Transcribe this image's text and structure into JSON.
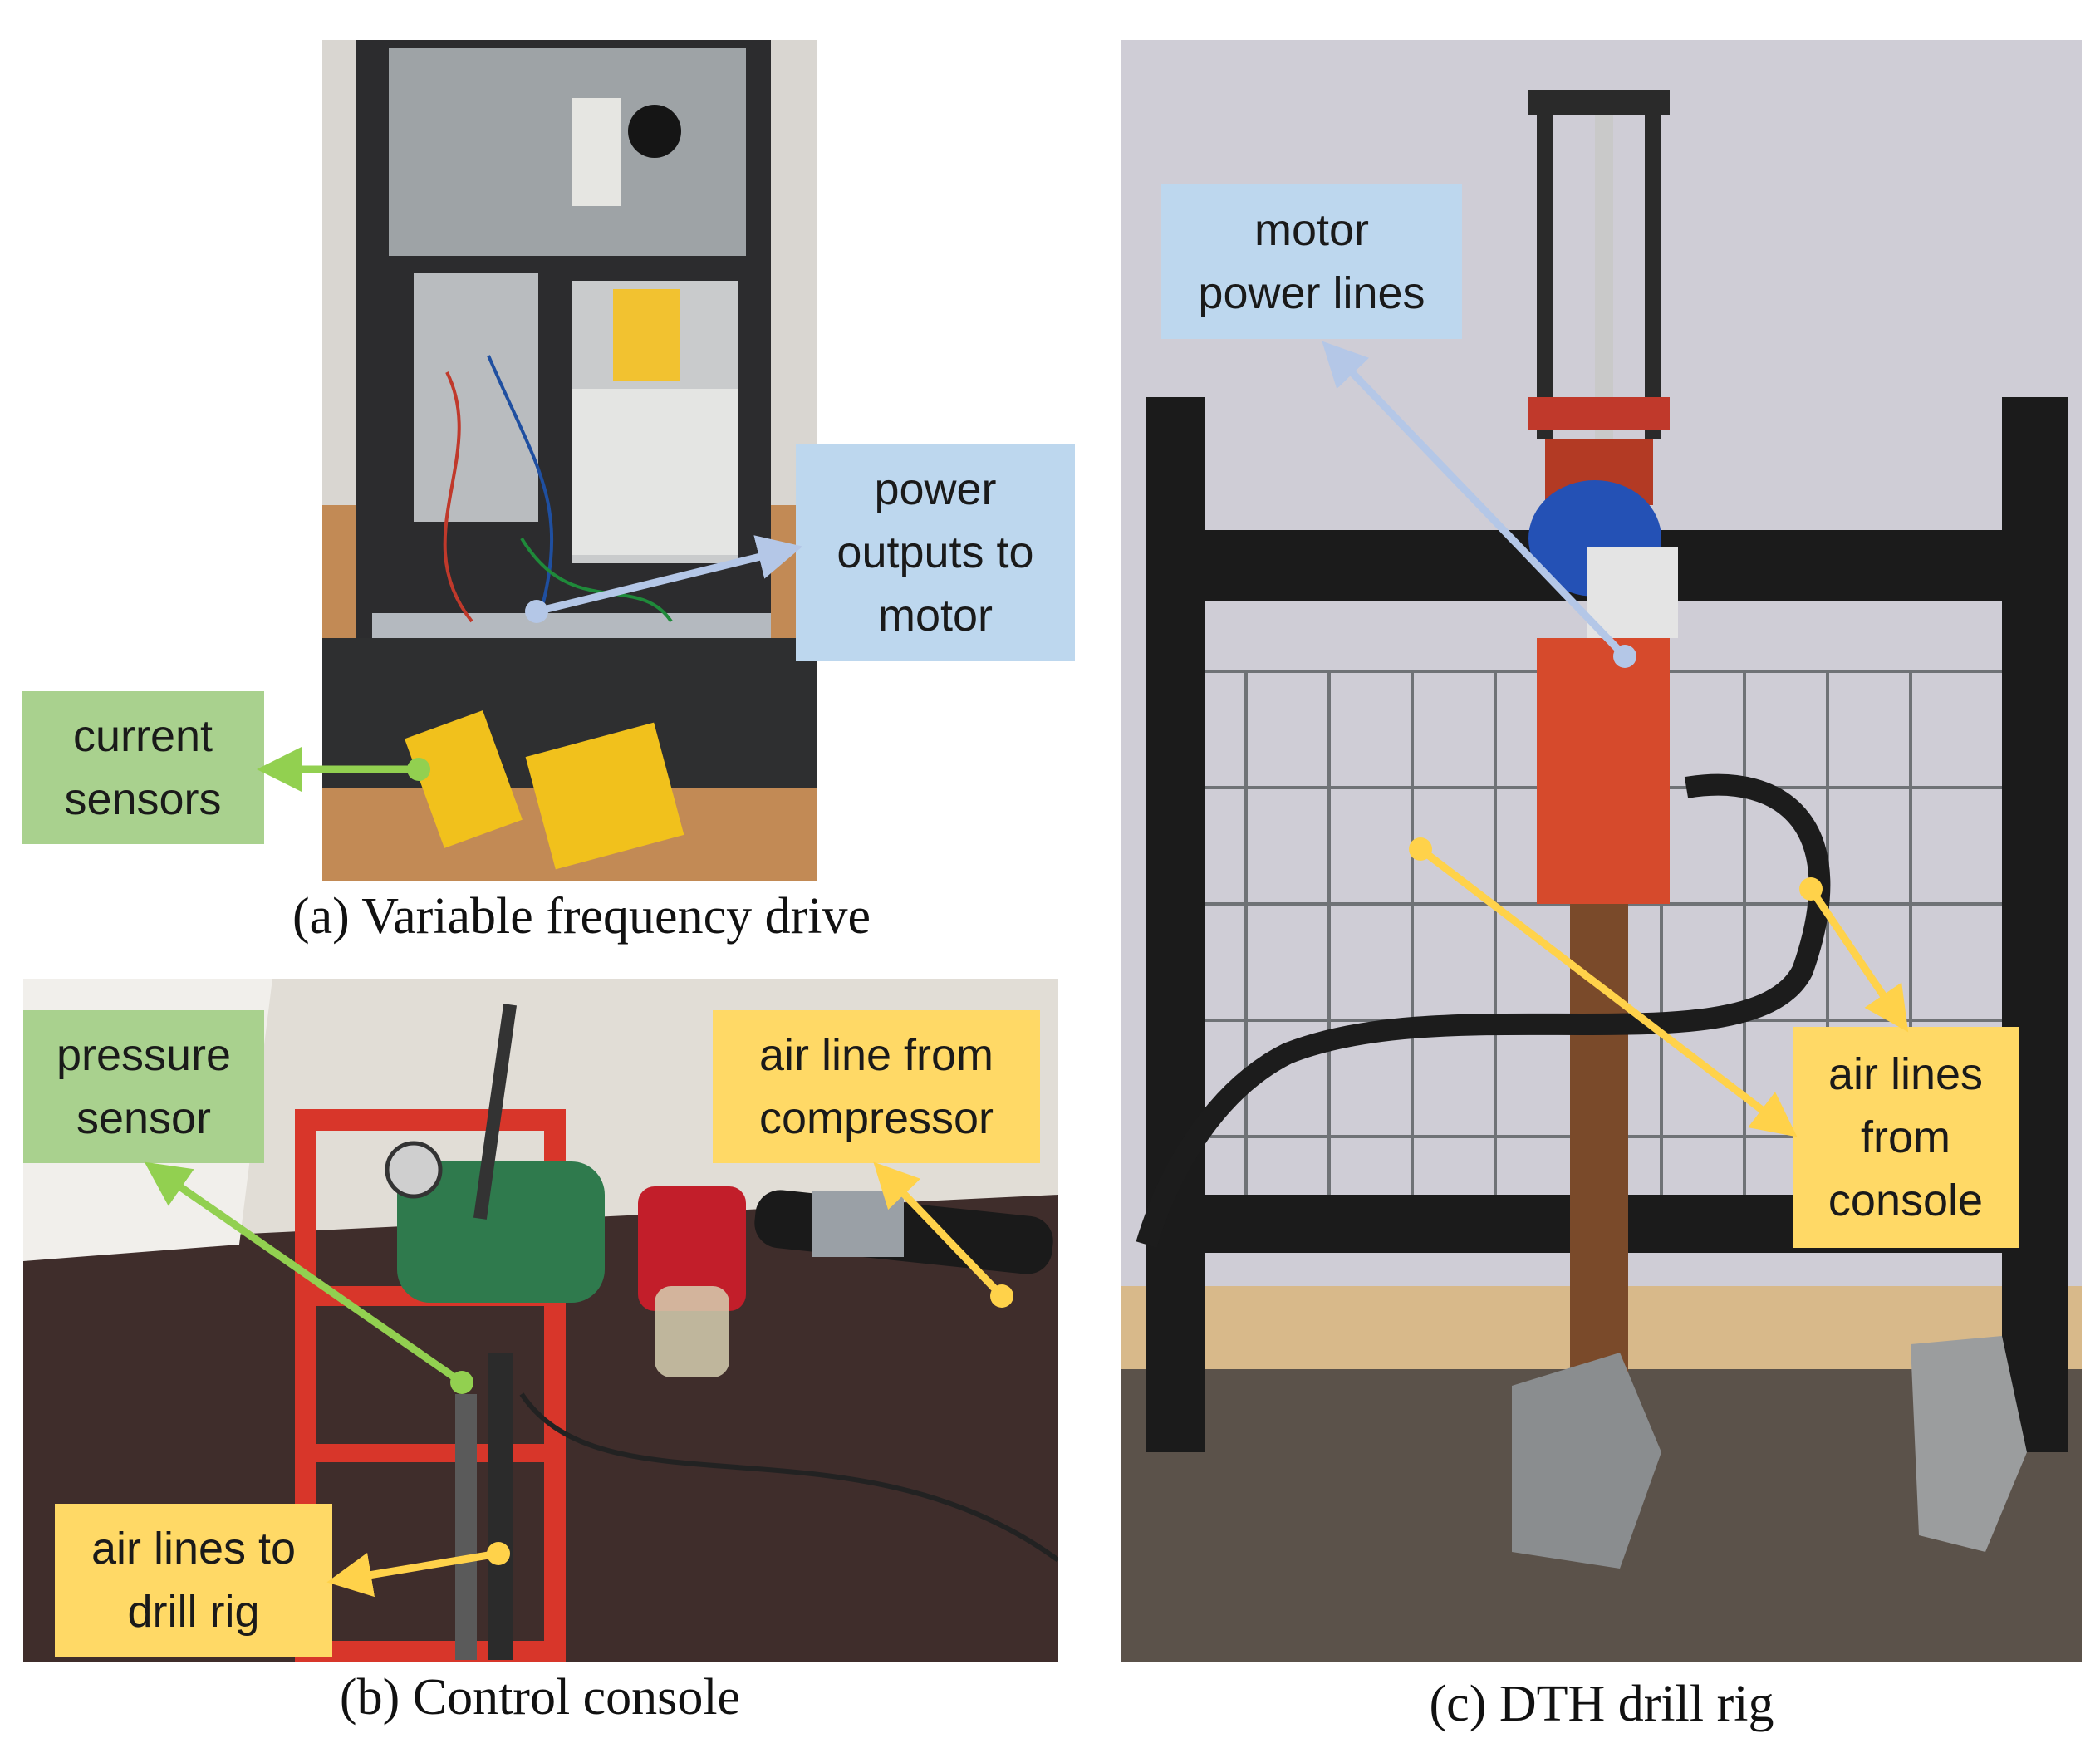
{
  "panels": {
    "a": {
      "caption": "(a) Variable frequency drive",
      "labels": {
        "power_outputs": [
          "power",
          "outputs to",
          "motor"
        ],
        "current_sensors": [
          "current",
          "sensors"
        ]
      }
    },
    "b": {
      "caption": "(b) Control console",
      "labels": {
        "pressure_sensor": [
          "pressure",
          "sensor"
        ],
        "air_line_from_compressor": [
          "air line from",
          "compressor"
        ],
        "air_lines_to_drill_rig": [
          "air lines to",
          "drill rig"
        ]
      }
    },
    "c": {
      "caption": "(c) DTH drill rig",
      "labels": {
        "motor_power_lines": [
          "motor",
          "power lines"
        ],
        "air_lines_from_console": [
          "air lines",
          "from",
          "console"
        ]
      }
    }
  },
  "colors": {
    "green": "#a9d18e",
    "blue": "#bdd7ee",
    "yellow": "#ffd966",
    "green_arrow": "#92d050",
    "blue_arrow": "#b4c7e7",
    "yellow_arrow": "#ffd24a"
  }
}
